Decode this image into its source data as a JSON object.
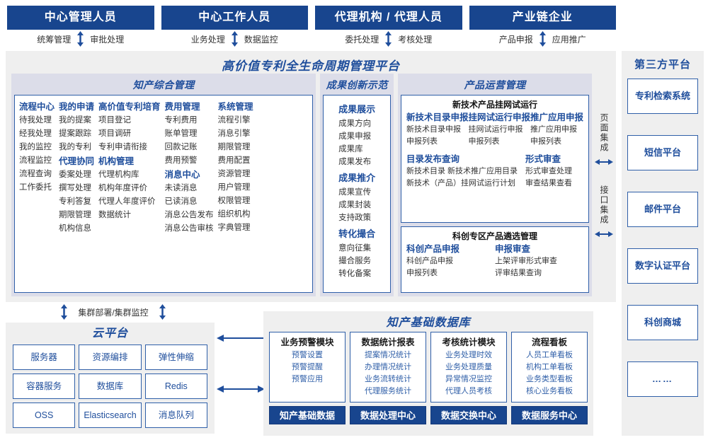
{
  "roles": [
    {
      "title": "中心管理人员",
      "left": "统筹管理",
      "right": "审批处理"
    },
    {
      "title": "中心工作人员",
      "left": "业务处理",
      "right": "数据监控"
    },
    {
      "title": "代理机构 / 代理人员",
      "left": "委托处理",
      "right": "考核处理"
    },
    {
      "title": "产业链企业",
      "left": "产品申报",
      "right": "应用推广"
    }
  ],
  "platform": {
    "title": "高价值专利全生命周期管理平台",
    "integration": {
      "page": "页面集成",
      "api": "接口集成"
    },
    "sections": {
      "zhichan": {
        "title": "知产综合管理",
        "columns": [
          {
            "groups": [
              {
                "head": "流程中心",
                "items": [
                  "待我处理",
                  "经我处理",
                  "我的监控",
                  "流程监控",
                  "流程查询",
                  "工作委托"
                ]
              }
            ]
          },
          {
            "groups": [
              {
                "head": "我的申请",
                "items": [
                  "我的提案",
                  "提案跟踪",
                  "我的专利"
                ]
              },
              {
                "head": "代理协同",
                "items": [
                  "委案处理",
                  "撰写处理",
                  "专利答复",
                  "期限管理",
                  "机构信息"
                ]
              }
            ]
          },
          {
            "groups": [
              {
                "head": "高价值专利培育",
                "items": [
                  "项目登记",
                  "项目调研",
                  "专利申请衔接"
                ]
              },
              {
                "head": "机构管理",
                "items": [
                  "代理机构库",
                  "机构年度评价",
                  "代理人年度评价",
                  "数据统计"
                ]
              }
            ]
          },
          {
            "groups": [
              {
                "head": "费用管理",
                "items": [
                  "专利费用",
                  "账单管理",
                  "回款记账",
                  "费用预警"
                ]
              },
              {
                "head": "消息中心",
                "items": [
                  "未读消息",
                  "已读消息",
                  "消息公告发布",
                  "消息公告审核"
                ]
              }
            ]
          },
          {
            "groups": [
              {
                "head": "系统管理",
                "items": [
                  "流程引擎",
                  "消息引擎",
                  "期限管理",
                  "费用配置",
                  "资源管理",
                  "用户管理",
                  "权限管理",
                  "组织机构",
                  "字典管理"
                ]
              }
            ]
          }
        ]
      },
      "chengguo": {
        "title": "成果创新示范",
        "groups": [
          {
            "head": "成果展示",
            "items": [
              "成果方向",
              "成果申报",
              "成果库",
              "成果发布"
            ]
          },
          {
            "head": "成果推介",
            "items": [
              "成果宣传",
              "成果封装",
              "支持政策"
            ]
          },
          {
            "head": "转化撮合",
            "items": [
              "意向征集",
              "撮合服务",
              "转化备案"
            ]
          }
        ]
      },
      "chanpin": {
        "title": "产品运营管理",
        "boxes": [
          {
            "title": "新技术产品挂网试运行",
            "row1": [
              {
                "head": "新技术目录申报",
                "items": [
                  "新技术目录申报",
                  "申报列表"
                ]
              },
              {
                "head": "挂网试运行申报",
                "items": [
                  "挂网试运行申报",
                  "申报列表"
                ]
              },
              {
                "head": "推广应用申报",
                "items": [
                  "推广应用申报",
                  "申报列表"
                ]
              }
            ],
            "row2": [
              {
                "head": "目录发布查询",
                "items": [
                  "新技术目录     新技术推广应用目录",
                  "新技术（产品）挂网试运行计划"
                ]
              },
              {
                "head": "形式审查",
                "items": [
                  "形式审查处理",
                  "审查结果查看"
                ]
              }
            ]
          },
          {
            "title": "科创专区产品遴选管理",
            "row1": [
              {
                "head": "科创产品申报",
                "items": [
                  "科创产品申报",
                  "申报列表"
                ]
              },
              {
                "head": "申报审查",
                "items": [
                  "上架评审形式审查",
                  "评审结果查询"
                ]
              }
            ]
          }
        ]
      }
    }
  },
  "third_party": {
    "title": "第三方平台",
    "items": [
      "专利检索系统",
      "短信平台",
      "邮件平台",
      "数字认证平台",
      "科创商城",
      "……"
    ]
  },
  "cloud": {
    "cluster_label": "集群部署/集群监控",
    "title": "云平台",
    "cells": [
      "服务器",
      "资源编排",
      "弹性伸缩",
      "容器服务",
      "数据库",
      "Redis",
      "OSS",
      "Elasticsearch",
      "消息队列"
    ]
  },
  "database": {
    "title": "知产基础数据库",
    "columns": [
      {
        "head": "业务预警模块",
        "items": [
          "预警设置",
          "预警提醒",
          "预警应用"
        ],
        "foot": "知产基础数据"
      },
      {
        "head": "数据统计报表",
        "items": [
          "提案情况统计",
          "办理情况统计",
          "业务流转统计",
          "代理服务统计"
        ],
        "foot": "数据处理中心"
      },
      {
        "head": "考核统计模块",
        "items": [
          "业务处理时效",
          "业务处理质量",
          "异常情况监控",
          "代理人员考核"
        ],
        "foot": "数据交换中心"
      },
      {
        "head": "流程看板",
        "items": [
          "人员工单看板",
          "机构工单看板",
          "业务类型看板",
          "核心业务看板"
        ],
        "foot": "数据服务中心"
      }
    ]
  },
  "colors": {
    "deep_blue": "#18458E",
    "accent_blue": "#1F4E9C",
    "panel": "#EFEFEF",
    "lavender": "#DCDDE9"
  }
}
